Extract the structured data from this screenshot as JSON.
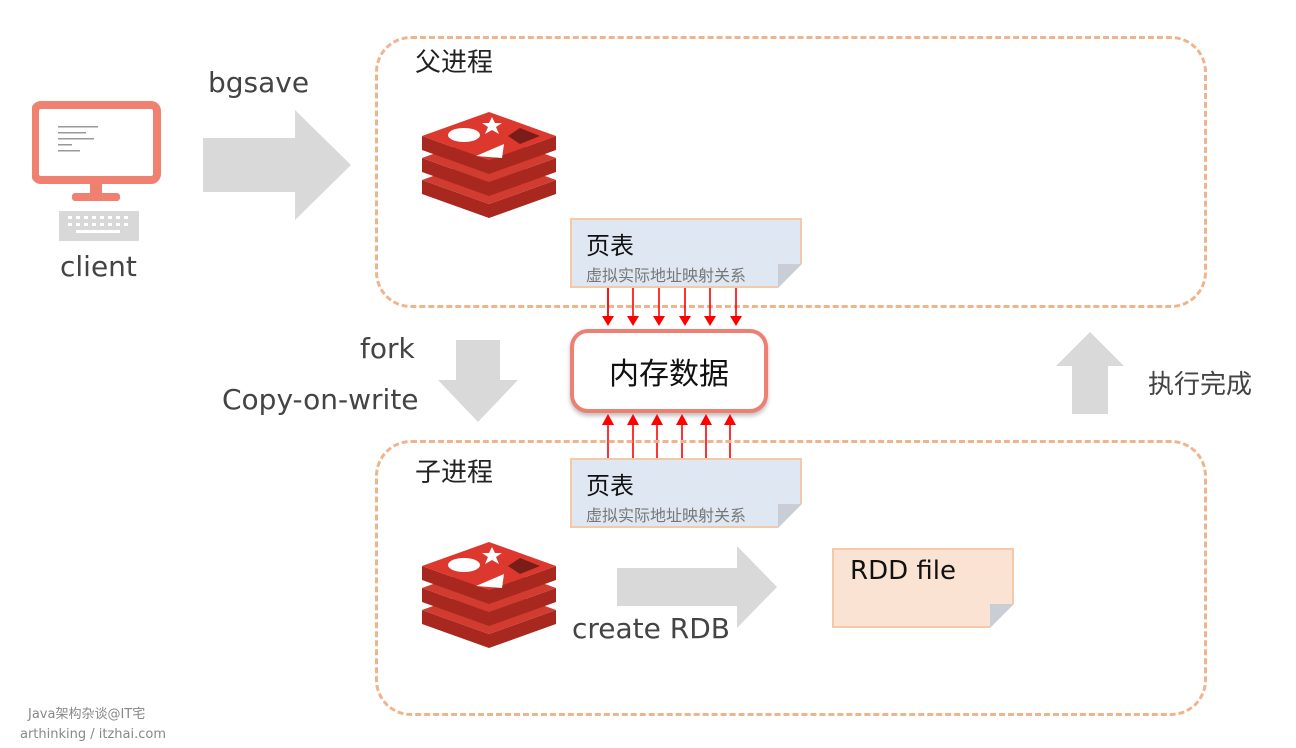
{
  "client": {
    "label": "client",
    "icon": "computer-monitor-icon",
    "accent": "#f08070"
  },
  "arrows": {
    "bgsave_label": "bgsave",
    "fork_label": "fork",
    "cow_label": "Copy-on-write",
    "done_label": "执行完成",
    "create_label": "create RDB",
    "arrow_color": "#d9d9d9",
    "pointer_color": "#ff0000"
  },
  "parent": {
    "title": "父进程",
    "page_table": {
      "title": "页表",
      "subtitle": "虚拟实际地址映射关系"
    }
  },
  "memory": {
    "label": "内存数据"
  },
  "child": {
    "title": "子进程",
    "page_table": {
      "title": "页表",
      "subtitle": "虚拟实际地址映射关系"
    },
    "file": {
      "label": "RDD file"
    }
  },
  "watermark": {
    "line1": "Java架构杂谈@IT宅",
    "line2": "arthinking / itzhai.com"
  },
  "colors": {
    "dashed_border": "#f0b48c",
    "redis_red": "#c6302b",
    "note_blue": "#dfe7f2",
    "file_peach": "#fbe3d4"
  }
}
